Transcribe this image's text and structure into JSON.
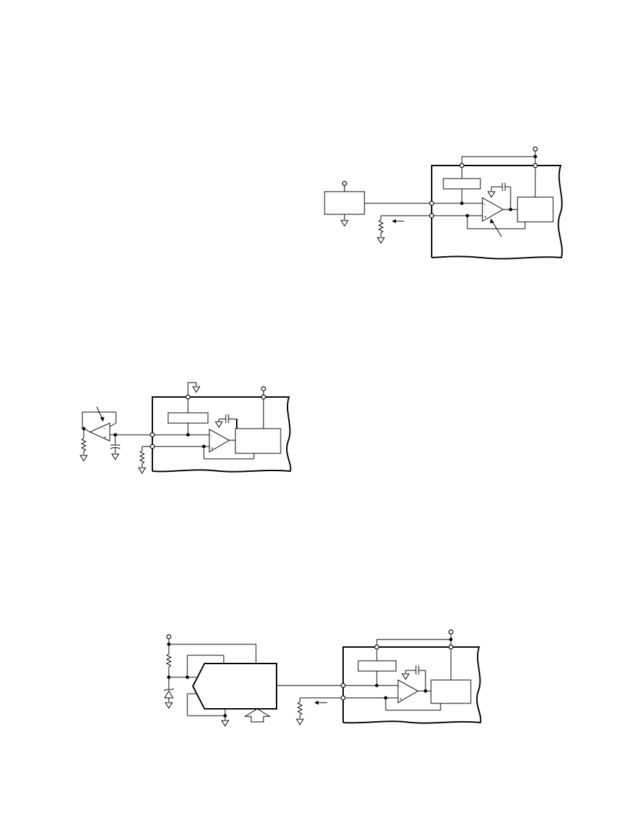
{
  "diagram": {
    "figures": [
      {
        "id": "figure-1"
      },
      {
        "id": "figure-2"
      },
      {
        "id": "figure-3"
      }
    ],
    "symbols": {
      "plus": "+",
      "minus": "-"
    }
  }
}
